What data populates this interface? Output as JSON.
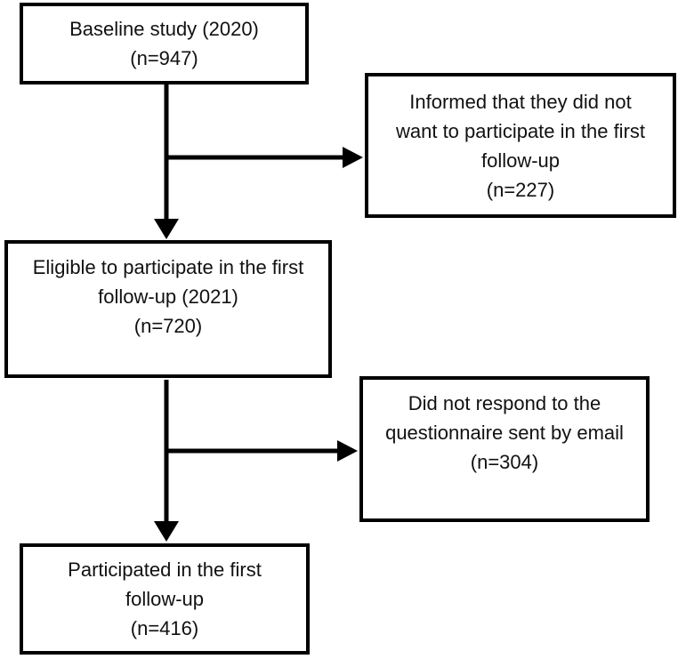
{
  "colors": {
    "page_background": "#ffffff",
    "box_border": "#000000",
    "box_background": "#ffffff",
    "arrow": "#000000",
    "text": "#111111"
  },
  "flowchart": {
    "boxes": [
      {
        "id": "baseline",
        "text": "Baseline study (2020)\n(n=947)"
      },
      {
        "id": "declined",
        "text": "Informed that they did not\nwant to participate in the first\nfollow-up\n(n=227)"
      },
      {
        "id": "eligible",
        "text": "Eligible to participate in the first\nfollow-up (2021)\n(n=720)"
      },
      {
        "id": "no_response",
        "text": "Did not respond to the\nquestionnaire sent by email\n(n=304)"
      },
      {
        "id": "participated",
        "text": "Participated in the first\nfollow-up\n(n=416)"
      }
    ],
    "counts": {
      "baseline": 947,
      "declined": 227,
      "eligible": 720,
      "no_response": 304,
      "participated": 416
    },
    "connections": [
      {
        "from": "baseline",
        "to": "eligible"
      },
      {
        "from": "baseline",
        "to": "declined"
      },
      {
        "from": "eligible",
        "to": "participated"
      },
      {
        "from": "eligible",
        "to": "no_response"
      }
    ]
  }
}
